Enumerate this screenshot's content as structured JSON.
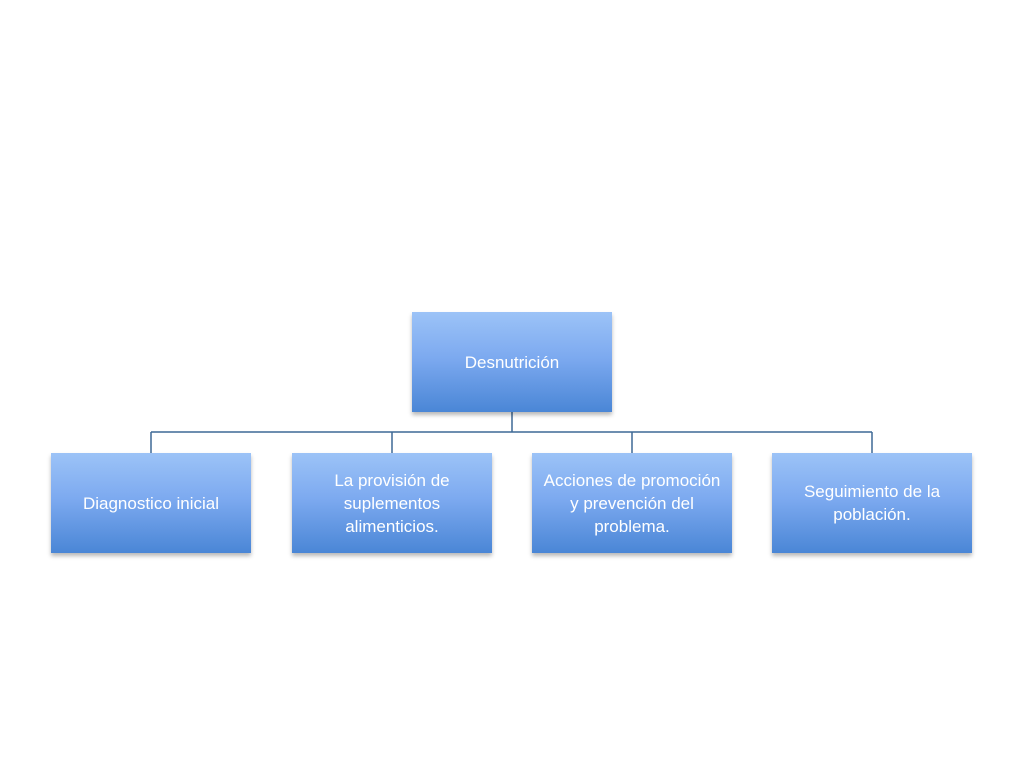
{
  "diagram": {
    "root": {
      "label": "Desnutrición"
    },
    "children": [
      {
        "label": "Diagnostico inicial"
      },
      {
        "label": "La provisión de suplementos alimenticios."
      },
      {
        "label": "Acciones de promoción y prevención del problema."
      },
      {
        "label": "Seguimiento de la población."
      }
    ]
  },
  "colors": {
    "box_top": "#9cc3f7",
    "box_bottom": "#4a86d6",
    "connector": "#3d6896",
    "text": "#ffffff"
  }
}
